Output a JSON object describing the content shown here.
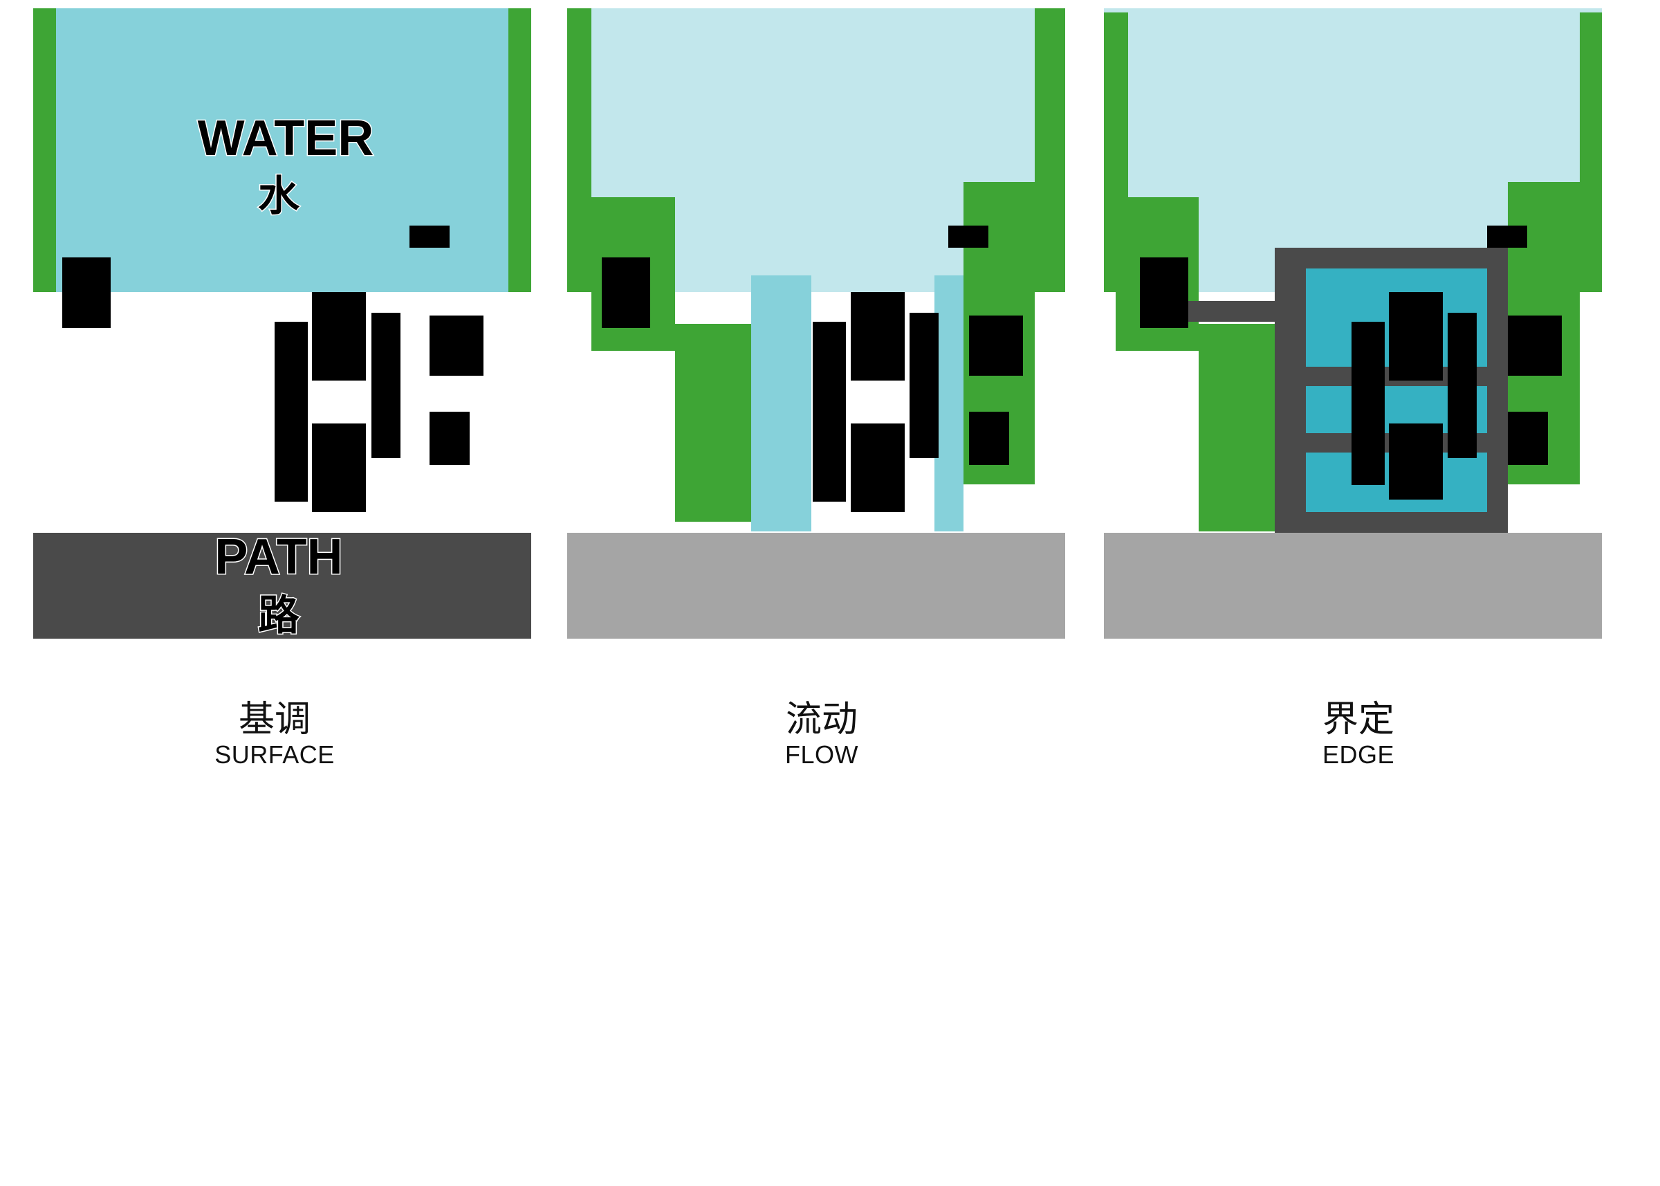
{
  "colors": {
    "water": "#86d1da",
    "water_light": "#c2e7ec",
    "water_deep": "#35b1c2",
    "green": "#3ea535",
    "path_dark": "#4a4a4a",
    "path_light": "#a5a5a5",
    "edge_frame": "#4a4a4a",
    "building": "#000000"
  },
  "panels": [
    {
      "labels": {
        "water_en": "WATER",
        "water_zh": "水",
        "path_en": "PATH",
        "path_zh": "路"
      },
      "caption": {
        "zh": "基调",
        "en": "SURFACE"
      }
    },
    {
      "caption": {
        "zh": "流动",
        "en": "FLOW"
      }
    },
    {
      "caption": {
        "zh": "界定",
        "en": "EDGE"
      }
    }
  ]
}
